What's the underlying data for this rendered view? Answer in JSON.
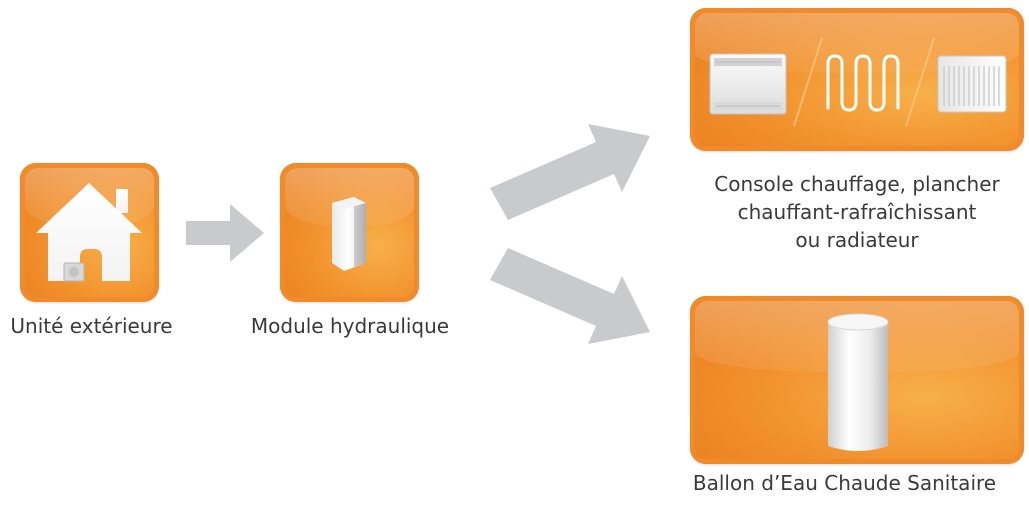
{
  "nodes": {
    "outdoor_unit": {
      "label": "Unité extérieure"
    },
    "hydraulic_module": {
      "label": "Module hydraulique"
    },
    "heating_emitters": {
      "label_lines": [
        "Console chauffage, plancher",
        "chauffant-rafraîchissant",
        "ou radiateur"
      ]
    },
    "hot_water_tank": {
      "label": "Ballon d’Eau Chaude Sanitaire"
    }
  },
  "colors": {
    "tile_orange": "#f29430",
    "tile_border": "#ef8b2a",
    "arrow_gray": "#c9cacc",
    "label_text": "#3a3a3a"
  },
  "icons": {
    "outdoor_unit": "house-icon",
    "hydraulic_module": "module-box-icon",
    "heating_emitters": [
      "console-heater-icon",
      "underfloor-coil-icon",
      "radiator-icon"
    ],
    "hot_water_tank": "water-tank-icon"
  }
}
